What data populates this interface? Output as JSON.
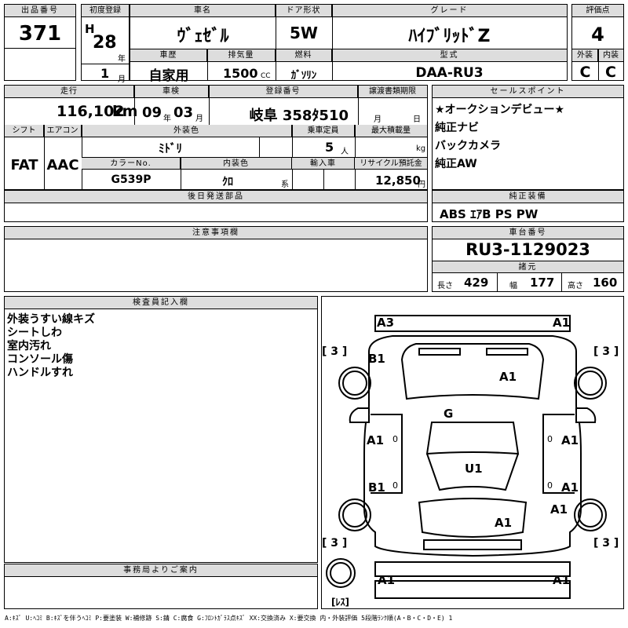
{
  "labels": {
    "lot_number": "出品番号",
    "first_reg": "初度登録",
    "car_name": "車名",
    "door": "ドア形状",
    "grade": "グレード",
    "score": "評価点",
    "era": "H",
    "year_unit": "年",
    "month_unit": "月",
    "history": "車歴",
    "displacement": "排気量",
    "fuel": "燃料",
    "model_code": "型式",
    "exterior": "外装",
    "interior": "内装",
    "mileage": "走行",
    "inspection": "車検",
    "reg_number": "登録番号",
    "transfer_deadline": "譲渡書類期限",
    "sales_point": "セールスポイント",
    "shift": "シフト",
    "aircon": "エアコン",
    "ext_color": "外装色",
    "capacity": "乗車定員",
    "max_load": "最大積載量",
    "color_no": "カラーNo.",
    "int_color": "内装色",
    "import": "輸入車",
    "recycle": "リサイクル預託金",
    "later_parts": "後日発送部品",
    "genuine_equipment": "純正装備",
    "notes": "注意事項欄",
    "chassis_number": "車台番号",
    "specs": "諸元",
    "length": "長さ",
    "width": "幅",
    "height": "高さ",
    "inspector": "検査員記入欄",
    "office": "事務局よりご案内",
    "legend": "A:ｷｽﾞ U:ﾍｺﾐ B:ｷｽﾞを伴うﾍｺﾐ P:要塗装 W:補修跡 S:錆 C:腐食 G:ﾌﾛﾝﾄｶﾞﾗｽ点ｷｽﾞ XX:交換済み X:要交換 内・外装評価 5段階ﾗﾝｸ順(A・B・C・D・E) 1"
  },
  "values": {
    "lot_number": "371",
    "reg_year": "28",
    "reg_month": "1",
    "car_name": "ｳﾞｪｾﾞﾙ",
    "door": "5W",
    "grade": "ﾊｲﾌﾞﾘｯﾄﾞZ",
    "score": "4",
    "history": "自家用",
    "displacement": "1500",
    "displacement_unit": "CC",
    "fuel": "ｶﾞｿﾘﾝ",
    "model_code": "DAA-RU3",
    "exterior": "C",
    "interior": "C",
    "mileage": "116,102",
    "mileage_unit": "km",
    "inspection_year": "09",
    "inspection_month": "03",
    "year_unit": "年",
    "month_unit": "月",
    "reg_number": "岐阜 358ﾀ510",
    "transfer_month": "月",
    "transfer_day": "日",
    "shift": "FAT",
    "aircon": "AAC",
    "ext_color": "ﾐﾄﾞﾘ",
    "capacity": "5",
    "capacity_unit": "人",
    "max_load_unit": "kg",
    "color_no": "G539P",
    "int_color": "ｸﾛ",
    "int_color_suffix": "系",
    "recycle": "12,850",
    "recycle_unit": "円",
    "chassis_number": "RU3-1129023",
    "length": "429",
    "width": "177",
    "height": "160"
  },
  "sales_points": [
    "★オークションデビュー★",
    "純正ナビ",
    "バックカメラ",
    "純正AW"
  ],
  "genuine_equipment": "ABS ｴｱB PS PW",
  "inspector_notes": [
    "外装うすい線キズ",
    "シートしわ",
    "室内汚れ",
    "コンソール傷",
    "ハンドルすれ"
  ],
  "diagram": {
    "marks": [
      "A3",
      "A1",
      "B1",
      "A1",
      "G",
      "A1",
      "A1",
      "U1",
      "B1",
      "A1",
      "A1",
      "A1",
      "A1",
      "A1"
    ],
    "tires": [
      "[ 3 ]",
      "[ 3 ]",
      "[ 3 ]",
      "[ 3 ]"
    ],
    "spare": "[ﾚｽ]",
    "zeros": [
      "0",
      "0",
      "0",
      "0"
    ]
  }
}
